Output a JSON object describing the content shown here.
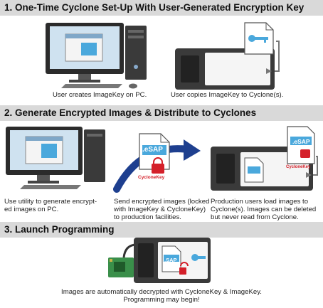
{
  "sections": [
    {
      "title": "1. One-Time Cyclone Set-Up With User-Generated Encryption Key",
      "captions": [
        "User creates ImageKey on PC.",
        "User copies ImageKey to Cyclone(s)."
      ]
    },
    {
      "title": "2. Generate Encrypted Images & Distribute to Cyclones",
      "captions": [
        "Use utility to generate encrypt-",
        "ed images on PC.",
        "Send encrypted images (locked",
        "with ImageKey & CycloneKey)",
        "to production facilities.",
        "Production users load images to",
        "Cyclone(s). Images can be deleted",
        "but never read from Cyclone."
      ]
    },
    {
      "title": "3. Launch Programming",
      "captions": [
        "Images are automatically decrypted with CycloneKey & ImageKey.",
        "Programming may begin!"
      ]
    }
  ],
  "labels": {
    "esap": ".eSAP",
    "sap": ".SAP",
    "cyclone_key": "CycloneKey"
  },
  "colors": {
    "section_bar": "#d9d9d9",
    "key_blue": "#4aa8dc",
    "lock_red": "#d4202a",
    "cyclone_dark": "#3a3a3a",
    "arrow_navy": "#1e3f8f",
    "board_green": "#3a8f4a"
  }
}
